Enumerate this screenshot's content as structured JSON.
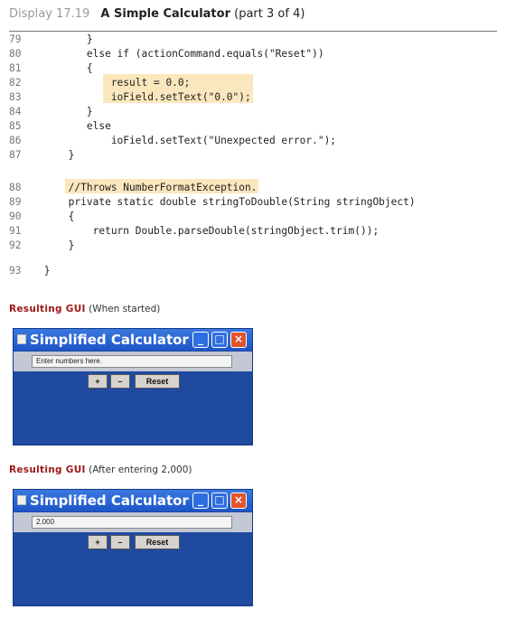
{
  "header": {
    "display_label": "Display 17.19",
    "title": "A Simple Calculator",
    "part": "(part 3 of 4)"
  },
  "code_lines": [
    {
      "num": "79",
      "text": "        }"
    },
    {
      "num": "80",
      "text": "        else if (actionCommand.equals(\"Reset\"))"
    },
    {
      "num": "81",
      "text": "        {"
    },
    {
      "num": "82",
      "text": "            result = 0.0;"
    },
    {
      "num": "83",
      "text": "            ioField.setText(\"0.0\");"
    },
    {
      "num": "84",
      "text": "        }"
    },
    {
      "num": "85",
      "text": "        else"
    },
    {
      "num": "86",
      "text": "            ioField.setText(\"Unexpected error.\");"
    },
    {
      "num": "87",
      "text": "     }"
    },
    {
      "num": "88",
      "text": "     //Throws NumberFormatException."
    },
    {
      "num": "89",
      "text": "     private static double stringToDouble(String stringObject)"
    },
    {
      "num": "90",
      "text": "     {"
    },
    {
      "num": "91",
      "text": "         return Double.parseDouble(stringObject.trim());"
    },
    {
      "num": "92",
      "text": "     }"
    },
    {
      "num": "93",
      "text": " }"
    }
  ],
  "sections": [
    {
      "label": "Resulting GUI",
      "note": "(When started)"
    },
    {
      "label": "Resulting GUI",
      "note": "(After entering 2,000)"
    }
  ],
  "windows": [
    {
      "title": "Simplified Calculator",
      "io_text": "Enter numbers here.",
      "plus_label": "+",
      "minus_label": "–",
      "reset_label": "Reset"
    },
    {
      "title": "Simplified Calculator",
      "io_text": "2,000",
      "plus_label": "+",
      "minus_label": "–",
      "reset_label": "Reset"
    }
  ],
  "colors": {
    "highlight": "#fbe7bd",
    "keyword": "#3a8a8a",
    "window_body": "#1f4aa0"
  }
}
